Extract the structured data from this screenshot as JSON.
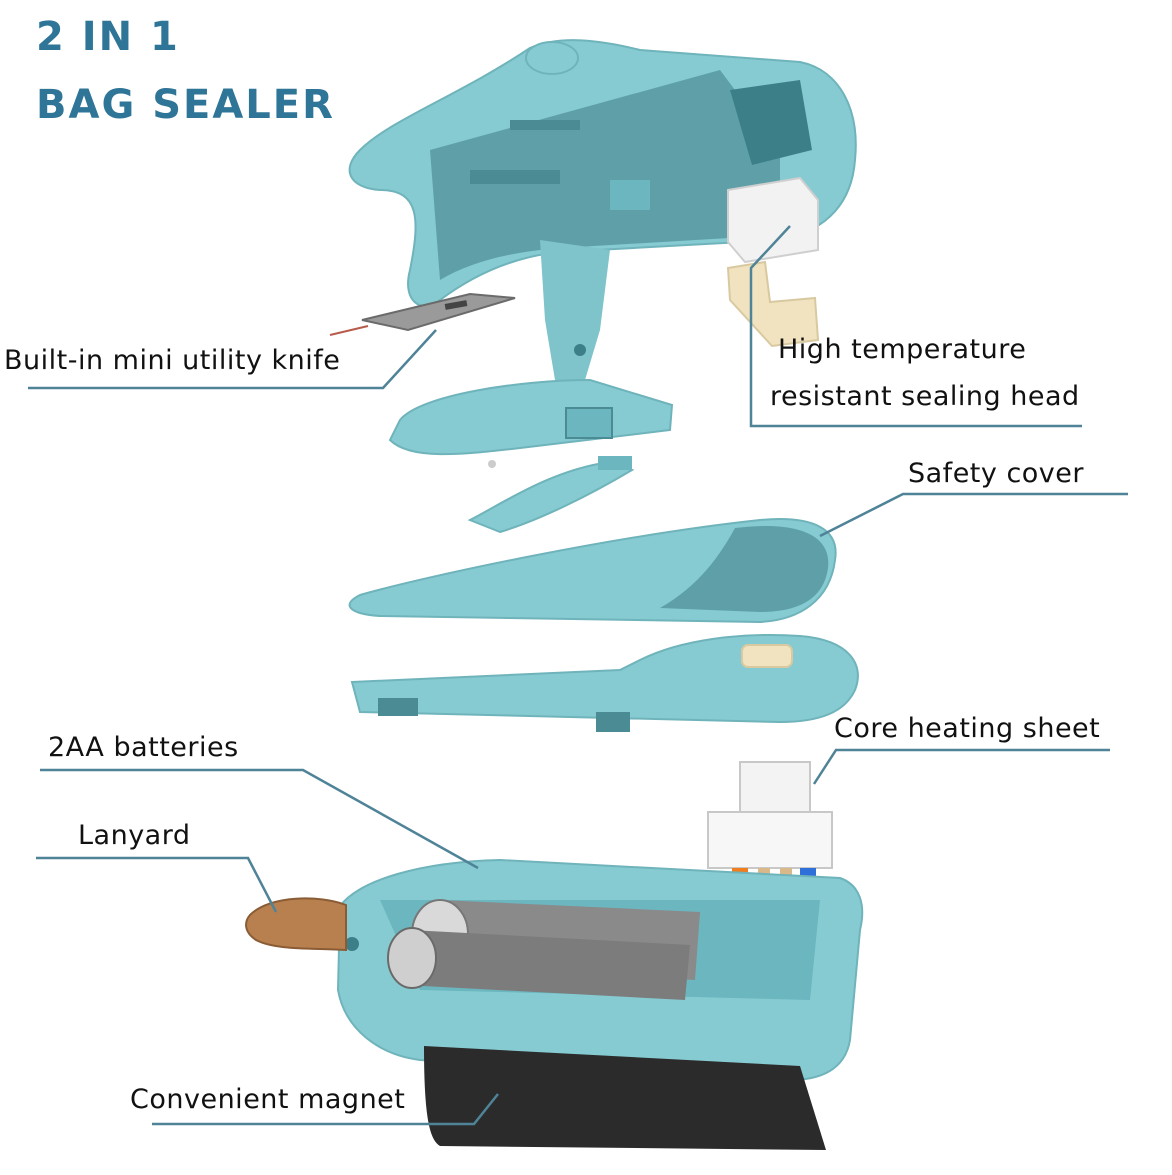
{
  "title": {
    "line1": "2 IN 1",
    "line2": "BAG SEALER"
  },
  "callouts": {
    "knife": "Built-in mini utility knife",
    "head_line1": "High temperature",
    "head_line2": "resistant sealing head",
    "safety_cover": "Safety cover",
    "core_heating": "Core heating sheet",
    "batteries": "2AA batteries",
    "lanyard": "Lanyard",
    "magnet": "Convenient magnet"
  },
  "colors": {
    "title": "#2f7597",
    "leader_line": "#4f8397",
    "body": "#86cbd2",
    "body_shadow": "#5fa7b0",
    "lanyard": "#b9804f",
    "battery": "#7c7c7c",
    "magnet": "#2b2b2b"
  }
}
